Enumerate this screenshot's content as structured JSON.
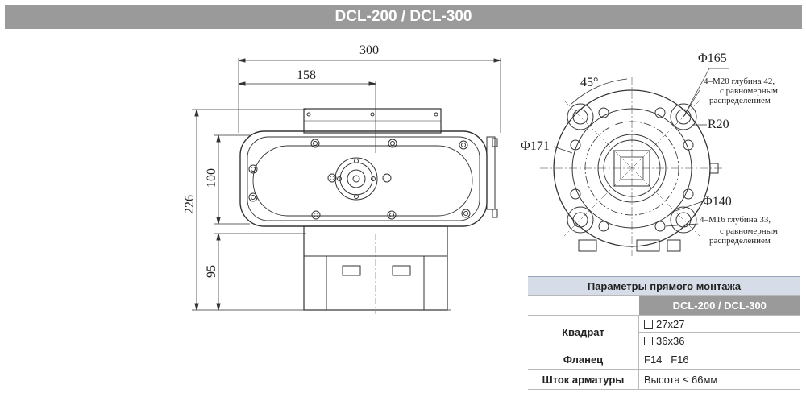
{
  "header": {
    "title": "DCL-200 / DCL-300"
  },
  "front_view": {
    "dim_width": "300",
    "dim_half": "158",
    "dim_height": "226",
    "dim_body": "100",
    "dim_base": "95"
  },
  "flange_view": {
    "angle": "45°",
    "d165": "Φ165",
    "d171": "Φ171",
    "d140": "Φ140",
    "r20": "R20",
    "m20_line1": "4–M20 глубина 42,",
    "m20_line2": "с равномерным",
    "m20_line3": "распределением",
    "m16_line1": "4–M16 глубина 33,",
    "m16_line2": "с равномерным",
    "m16_line3": "распределением"
  },
  "table": {
    "title": "Параметры прямого монтажа",
    "column_header": "DCL-200 / DCL-300",
    "rows": [
      {
        "label": "Квадрат",
        "values": [
          "27x27",
          "36x36"
        ]
      },
      {
        "label": "Фланец",
        "values": [
          "F14   F16"
        ]
      },
      {
        "label": "Шток арматуры",
        "values": [
          "Высота ≤ 66мм"
        ]
      }
    ]
  }
}
